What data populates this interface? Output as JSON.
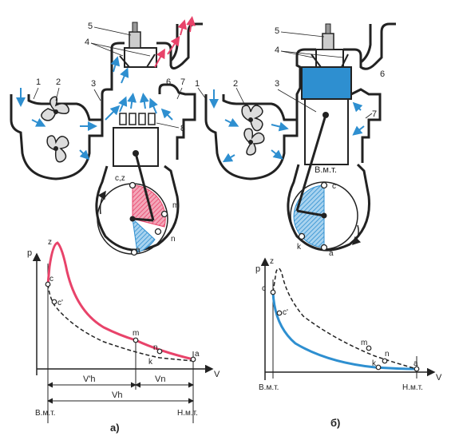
{
  "left": {
    "parts": [
      "1",
      "2",
      "3",
      "4",
      "4",
      "5",
      "6",
      "7",
      "8"
    ],
    "crank": {
      "top": "c,z",
      "m": "m",
      "n": "n",
      "a": "a"
    },
    "graph": {
      "p": "p",
      "V": "V",
      "points": {
        "z": "z",
        "c": "c",
        "c_prime": "c'",
        "m": "m",
        "n": "n",
        "k": "k",
        "a": "a"
      },
      "dims": {
        "vh_prime": "V'h",
        "vn": "Vn",
        "vh": "Vh"
      },
      "bmt": "В.м.т.",
      "nmt": "Н.м.т."
    },
    "caption": "а)"
  },
  "right": {
    "parts": [
      "1",
      "2",
      "3",
      "4",
      "4",
      "5",
      "6",
      "7"
    ],
    "bmt_mid": "В.м.т.",
    "crank": {
      "c": "c",
      "k": "k",
      "a": "a"
    },
    "graph": {
      "p": "p",
      "V": "V",
      "points": {
        "z": "z",
        "c": "c",
        "c_prime": "c'",
        "m": "m",
        "n": "n",
        "k": "k",
        "a": "a"
      },
      "bmt": "В.м.т.",
      "nmt": "Н.м.т."
    },
    "caption": "б)"
  },
  "colors": {
    "red": "#e8436a",
    "blue": "#2e8fd0",
    "dark": "#222222"
  }
}
